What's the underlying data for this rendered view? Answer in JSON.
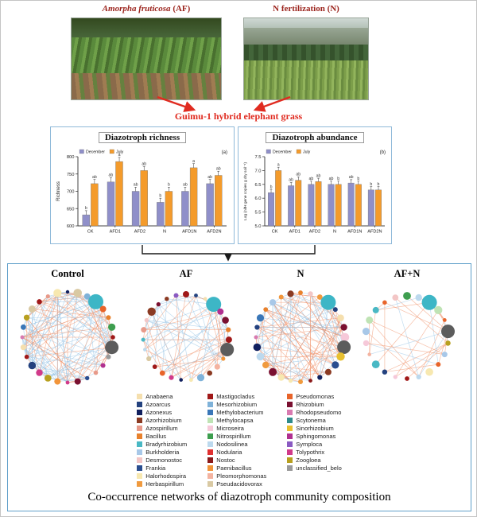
{
  "header": {
    "af_species": "Amorpha fruticosa",
    "af_suffix": " (AF)",
    "n_label": "N fertilization (N)",
    "grass_label": "Guimu-1 hybrid elephant grass"
  },
  "chart_data": [
    {
      "type": "bar",
      "title": "Diazotroph richness",
      "panel_label": "(a)",
      "categories": [
        "CK",
        "AFD1",
        "AFD2",
        "N",
        "AFD1N",
        "AFD2N"
      ],
      "series": [
        {
          "name": "December",
          "color": "#8f8fc9",
          "values": [
            632,
            727,
            700,
            668,
            700,
            722
          ],
          "letters": [
            "b",
            "ab",
            "ab",
            "b",
            "ab",
            "ab"
          ]
        },
        {
          "name": "July",
          "color": "#f49b2b",
          "values": [
            722,
            786,
            760,
            700,
            768,
            746
          ],
          "letters": [
            "ab",
            "a",
            "ab",
            "b",
            "a",
            "ab"
          ]
        }
      ],
      "ylabel": "Richness",
      "ylim": [
        600,
        800
      ],
      "yticks": [
        {
          "v": 600,
          "t": "600"
        },
        {
          "v": 650,
          "t": "650"
        },
        {
          "v": 700,
          "t": "700"
        },
        {
          "v": 750,
          "t": "750"
        },
        {
          "v": 800,
          "t": "800"
        }
      ],
      "err": 12,
      "legend_position": "top-left",
      "grid": false
    },
    {
      "type": "bar",
      "title": "Diazotroph abundance",
      "panel_label": "(b)",
      "categories": [
        "CK",
        "AFD1",
        "AFD2",
        "N",
        "AFD1N",
        "AFD2N"
      ],
      "series": [
        {
          "name": "December",
          "color": "#8f8fc9",
          "values": [
            6.2,
            6.45,
            6.5,
            6.5,
            6.55,
            6.3
          ],
          "letters": [
            "b",
            "ab",
            "ab",
            "ab",
            "ab",
            "b"
          ]
        },
        {
          "name": "July",
          "color": "#f49b2b",
          "values": [
            7.0,
            6.65,
            6.6,
            6.5,
            6.5,
            6.3
          ],
          "letters": [
            "a",
            "ab",
            "ab",
            "b",
            "b",
            "b"
          ]
        }
      ],
      "ylabel": "Log (nifH gene copies g dry soil⁻¹)",
      "ylim": [
        5,
        7.5
      ],
      "yticks": [
        {
          "v": 5,
          "t": "5.0"
        },
        {
          "v": 5.5,
          "t": "5.5"
        },
        {
          "v": 6,
          "t": "6.0"
        },
        {
          "v": 6.5,
          "t": "6.5"
        },
        {
          "v": 7,
          "t": "7.0"
        },
        {
          "v": 7.5,
          "t": "7.5"
        }
      ],
      "err": 0.12,
      "legend_position": "top-left",
      "grid": false
    }
  ],
  "networks": {
    "panels": [
      {
        "id": "control",
        "title": "Control",
        "node_count": 28,
        "edge_count": 135,
        "orange_ratio": 0.48,
        "seed": 7,
        "radius": 57,
        "teal_index": 3,
        "gray_index": 8,
        "hub_edges": 10
      },
      {
        "id": "af",
        "title": "AF",
        "node_count": 27,
        "edge_count": 70,
        "orange_ratio": 0.52,
        "seed": 13,
        "radius": 54,
        "teal_index": 3,
        "gray_index": 8,
        "hub_edges": 6
      },
      {
        "id": "n",
        "title": "N",
        "node_count": 28,
        "edge_count": 115,
        "orange_ratio": 0.5,
        "seed": 29,
        "radius": 56,
        "teal_index": 3,
        "gray_index": 8,
        "hub_edges": 9
      },
      {
        "id": "afn",
        "title": "AF+N",
        "node_count": 22,
        "edge_count": 26,
        "orange_ratio": 0.82,
        "seed": 41,
        "radius": 52,
        "teal_index": 2,
        "gray_index": 5,
        "hub_edges": 5
      }
    ],
    "edge_colors": {
      "positive": "#f0936b",
      "negative": "#97c5e6"
    },
    "hub_colors": {
      "teal": "#3db6c6",
      "gray": "#5c5c5c"
    }
  },
  "legend": {
    "columns": [
      [
        {
          "name": "Anabaena",
          "color": "#f5dfae"
        },
        {
          "name": "Azoarcus",
          "color": "#24427f"
        },
        {
          "name": "Azonexus",
          "color": "#11205e"
        },
        {
          "name": "Azorhizobium",
          "color": "#8b3a22"
        },
        {
          "name": "Azospirillum",
          "color": "#e89a8a"
        },
        {
          "name": "Bacillus",
          "color": "#e8812d"
        },
        {
          "name": "Bradyrhizobium",
          "color": "#49b8c4"
        },
        {
          "name": "Burkholderia",
          "color": "#a8c8e8"
        },
        {
          "name": "Desmonostoc",
          "color": "#f3c6c6"
        },
        {
          "name": "Frankia",
          "color": "#2a4d8f"
        },
        {
          "name": "Halorhodospira",
          "color": "#f7e8b0"
        },
        {
          "name": "Herbaspirillum",
          "color": "#f09a3e"
        }
      ],
      [
        {
          "name": "Mastigocladus",
          "color": "#a01818"
        },
        {
          "name": "Mesorhizobium",
          "color": "#7fb2d9"
        },
        {
          "name": "Methylobacterium",
          "color": "#3a77b8"
        },
        {
          "name": "Methylocapsa",
          "color": "#bfe3b4"
        },
        {
          "name": "Microseira",
          "color": "#f6c9d9"
        },
        {
          "name": "Nitrospirillum",
          "color": "#3e9e4f"
        },
        {
          "name": "Nodosilinea",
          "color": "#bcd9ee"
        },
        {
          "name": "Nodularia",
          "color": "#e03030"
        },
        {
          "name": "Nostoc",
          "color": "#8b1a1a"
        },
        {
          "name": "Paenibacillus",
          "color": "#f2953a"
        },
        {
          "name": "Pleomorphomonas",
          "color": "#f4b3a0"
        },
        {
          "name": "Pseudacidovorax",
          "color": "#d9c9a3"
        }
      ],
      [
        {
          "name": "Pseudomonas",
          "color": "#e8642a"
        },
        {
          "name": "Rhizobium",
          "color": "#7a1030"
        },
        {
          "name": "Rhodopseudomo",
          "color": "#d87ab0"
        },
        {
          "name": "Scytonema",
          "color": "#2e8b8b"
        },
        {
          "name": "Sinorhizobium",
          "color": "#e8c030"
        },
        {
          "name": "Sphingomonas",
          "color": "#b03090"
        },
        {
          "name": "Symploca",
          "color": "#8a5ac2"
        },
        {
          "name": "Tolypothrix",
          "color": "#d13a8a"
        },
        {
          "name": "Zoogloea",
          "color": "#b8a020"
        },
        {
          "name": "unclassified_belo",
          "color": "#9a9a9a"
        }
      ]
    ]
  },
  "caption": "Co-occurrence networks of diazotroph community composition"
}
